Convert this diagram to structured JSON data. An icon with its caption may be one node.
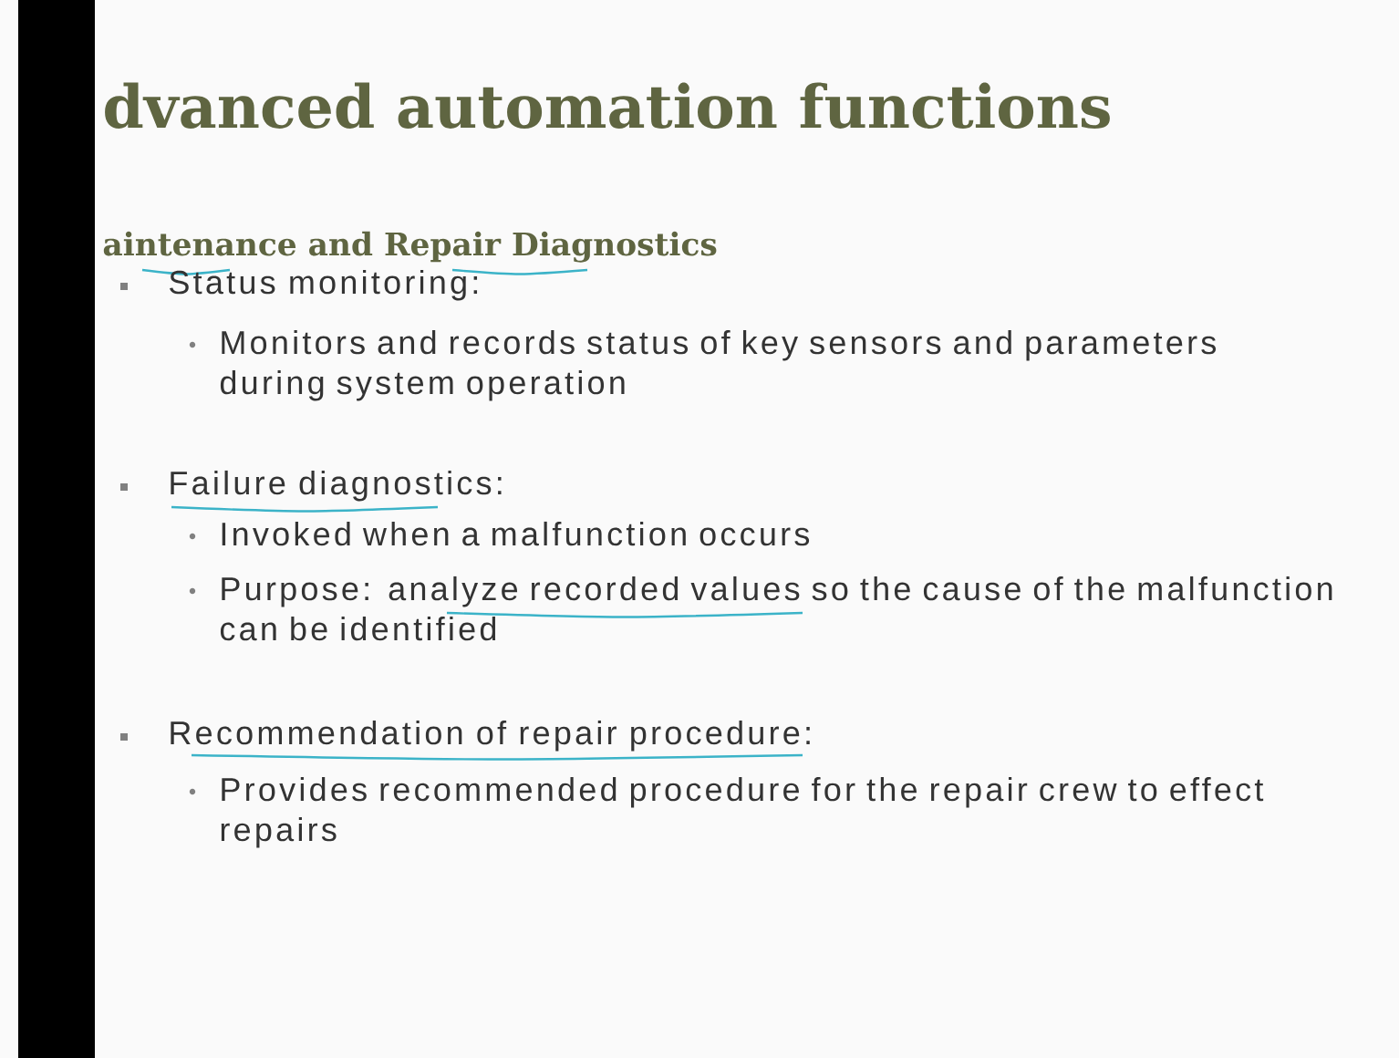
{
  "diagram": {
    "title": "dvanced automation functions",
    "labels": [
      "aintenance and Repair Diagnostics",
      "Status monitoring:",
      "Monitors and records status of key sensors and parameters during system operation",
      "Failure diagnostics:",
      "Invoked when a malfunction occurs",
      "Purpose: analyze recorded values so the cause of the malfunction can be identified",
      "Recommendation of repair procedure:",
      "Provides recommended procedure for the repair crew to effect repairs"
    ]
  }
}
